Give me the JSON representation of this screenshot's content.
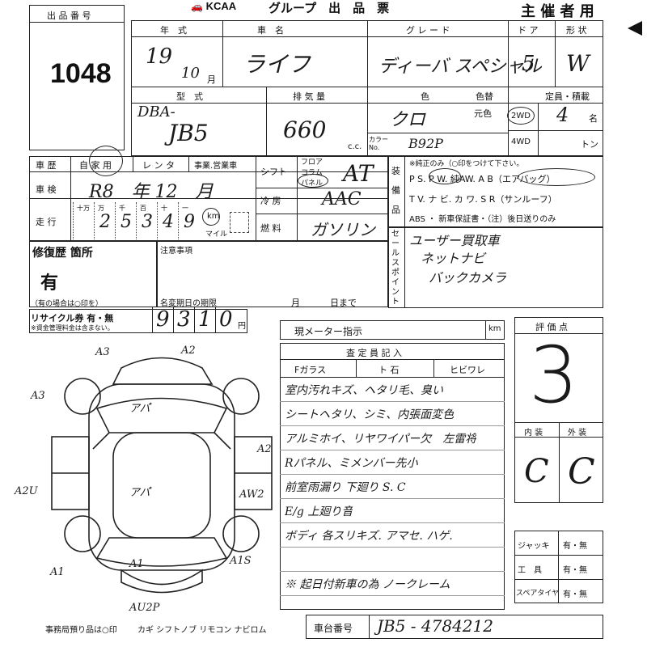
{
  "header": {
    "logo": "KCAA",
    "title": "グループ　出　品　票",
    "organizer": "主 催 者 用",
    "lot_no_label": "出 品 番 号",
    "lot_no": "1048"
  },
  "row1": {
    "year_label": "年　式",
    "year_value": "19",
    "month_value": "10",
    "month_unit": "月",
    "name_label": "車　名",
    "name_value": "ライフ",
    "grade_label": "グ レ ー ド",
    "grade_value": "ディーバ スペシャル",
    "door_label": "ド ア",
    "door_value": "5",
    "shape_label": "形 状",
    "shape_value": "W"
  },
  "row2": {
    "model_label": "型　式",
    "model_value_1": "DBA-",
    "model_value_2": "JB5",
    "disp_label": "排 気 量",
    "disp_value": "660",
    "disp_unit": "c.c.",
    "color_label": "色",
    "color_change_label": "色替",
    "orig_color_label": "元色",
    "color_value": "クロ",
    "color_no_label": "カラー No.",
    "color_no_value": "B92P",
    "capacity_label": "定員・積載",
    "drive_2wd": "2WD",
    "drive_4wd": "4WD",
    "capacity_value": "4",
    "capacity_unit": "名",
    "load_unit": "トン"
  },
  "history": {
    "label": "車 歴",
    "private": "自 家 用",
    "rental": "レ ン タ",
    "business": "事業.営業車",
    "inspection_label": "車 検",
    "inspection_value": "R8　年 12　月",
    "mileage_label": "走 行",
    "digit_labels": [
      "十万",
      "万",
      "千",
      "百",
      "十",
      "一"
    ],
    "digits": [
      "",
      "2",
      "5",
      "3",
      "4",
      "9"
    ],
    "km_label": "km",
    "mile_label": "マイル",
    "shift_label": "シフト",
    "floor_label": "フロア",
    "column_label": "コラム",
    "panel_label": "パネル",
    "shift_value": "AT",
    "ac_label": "冷 房",
    "ac_value": "AAC",
    "fuel_label": "燃 料",
    "fuel_value": "ガソリン"
  },
  "equipment": {
    "label": "装 備 品",
    "note": "※純正のみ（○印をつけて下さい。",
    "line1": "P S. P W.  純AW.  A B（エアバッグ）",
    "line2": "T V. ナ ビ. カ ワ.  S R（サンルーフ）",
    "line3": "ABS ・ 新車保証書・（注）後日送りのみ"
  },
  "selling": {
    "label": "セールスポイント",
    "line1": "ユーザー買取車",
    "line2": "ネットナビ",
    "line3": "バックカメラ"
  },
  "repair": {
    "label": "修復歴 箇所",
    "value": "有",
    "note": "（有の場合は○印を）",
    "notes_label": "注意事項",
    "deadline_label": "名変期日の期限",
    "month": "月",
    "day": "日まで"
  },
  "recycle": {
    "label": "リサイクル券 有・無",
    "note": "※資金管理料金は含まない。",
    "digits": [
      "9",
      "3",
      "1",
      "0"
    ],
    "unit": "円"
  },
  "meter": {
    "label": "現メーター指示",
    "unit": "km"
  },
  "inspector": {
    "label": "査 定 員 記 入",
    "glass_label": "Fガラス",
    "stone_label": "ト  石",
    "crack_label": "ヒビワレ",
    "lines": [
      "室内汚れキズ、ヘタリ毛、臭い",
      "シートヘタリ、シミ、内張面変色",
      "アルミホイ、リヤワイパー欠　左雷将",
      "Rパネル、ミメンバー先小",
      "前室雨漏り 下廻り S. C",
      "E/g 上廻り音",
      "ボディ 各スリキズ. アマセ. ハゲ.",
      "",
      "※ 起日付新車の為 ノークレーム"
    ]
  },
  "score": {
    "label": "評 価 点",
    "value": "3",
    "interior_label": "内 装",
    "exterior_label": "外 装",
    "interior_value": "C",
    "exterior_value": "C"
  },
  "tools": {
    "jack": "ジャッキ",
    "tools": "工　具",
    "spare": "スペアタイヤ",
    "choice": "有・無"
  },
  "diagram": {
    "labels": [
      "A3",
      "A2",
      "A3",
      "アバ゙",
      "A2",
      "A2U",
      "アバ゙",
      "AW2",
      "A1",
      "A1",
      "A1S",
      "AU2P"
    ]
  },
  "footer": {
    "office_note": "事務局預り品は○印",
    "items": "カギ  シフトノブ  リモコン  ナビロム",
    "chassis_label": "車台番号",
    "chassis_value": "JB5 - 4784212"
  }
}
